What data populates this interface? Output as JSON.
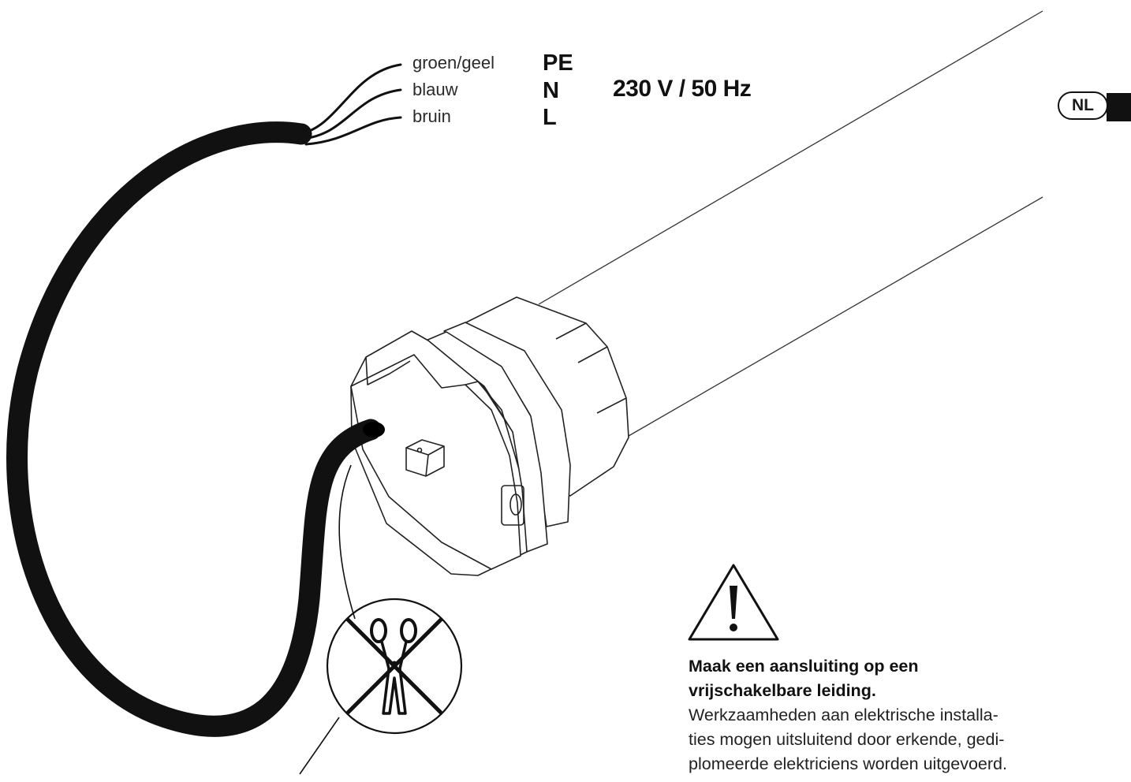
{
  "wires": [
    {
      "name": "groen/geel",
      "code": "PE"
    },
    {
      "name": "blauw",
      "code": "N"
    },
    {
      "name": "bruin",
      "code": "L"
    }
  ],
  "supply": "230 V / 50 Hz",
  "language_badge": "NL",
  "warning": {
    "title_lines": [
      "Maak een aansluiting op een",
      "vrijschakelbare leiding."
    ],
    "body_lines": [
      "Werkzaamheden aan elektrische installa-",
      "ties mogen uitsluitend door erkende, gedi-",
      "plomeerde elektriciens worden uitgevoerd."
    ]
  },
  "icons": {
    "warning": "warning-triangle-icon",
    "no_cut": "no-scissors-icon"
  }
}
